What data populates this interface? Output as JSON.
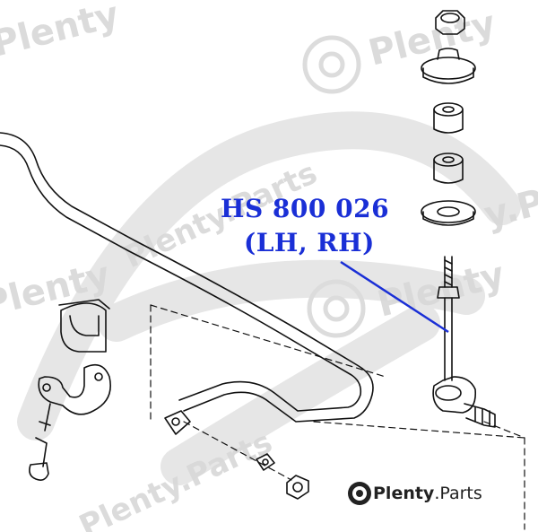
{
  "diagram": {
    "part_number": "HS 800 026",
    "side_label": "(LH, RH)",
    "label_color": "#1a2fd6"
  },
  "watermark": {
    "brand_name": "Plenty",
    "brand_suffix": ".Parts",
    "icon": "brake-disc-icon",
    "wm_top_left": "Plenty",
    "wm_top_right": "Plenty",
    "wm_center": "Plenty.Parts",
    "wm_right": "y.P",
    "wm_left": "Plenty",
    "wm_bottom": "Plenty.Parts",
    "wm_bottom_right": "Plenty"
  }
}
